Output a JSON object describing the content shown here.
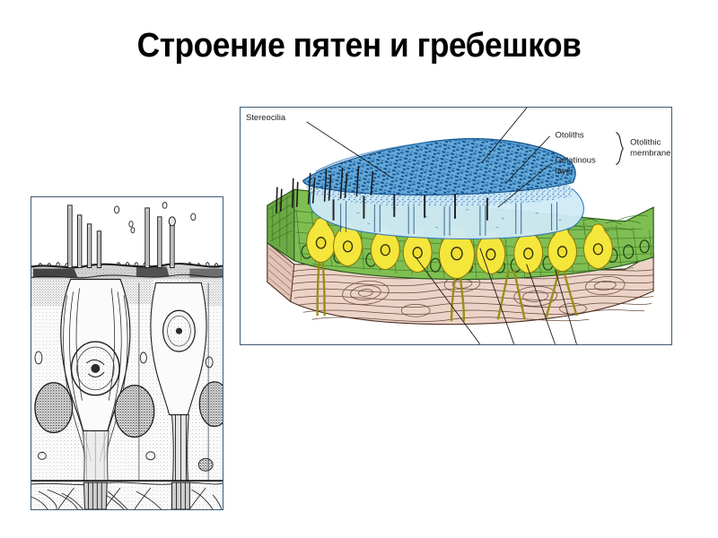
{
  "slide": {
    "title": "Строение пятен и гребешков",
    "background_color": "#ffffff",
    "title_color": "#000000"
  },
  "figures": [
    {
      "id": "micrograph",
      "name": "hair-cell-micrograph",
      "style": "black-and-white line drawing / electron micrograph tracing",
      "description": "Cross-section through sensory epithelium showing hair cells with tall stereocilia bundles, supporting cells with nuclei, and nerve fibers at the base",
      "border_color": "#3d5a73",
      "labels": []
    },
    {
      "id": "macula",
      "name": "otolithic-macula-diagram",
      "style": "colour block diagram, three-quarter cut-away",
      "description": "Macula with otolithic membrane, hair cells and nerve fibres",
      "border_color": "#3d5a73",
      "labels": [
        {
          "text": "Stereocilia",
          "id": "label-stereocilia"
        },
        {
          "text": "Otoliths",
          "id": "label-otoliths"
        },
        {
          "text": "Gelatinous layer",
          "line1": "Gelatinous",
          "line2": "layer",
          "id": "label-gelatinous-layer"
        },
        {
          "text": "Otolithic membrane",
          "line1": "Otolithic",
          "line2": "membrane",
          "id": "label-otolithic-membrane"
        }
      ],
      "layers": [
        {
          "name": "otoliths",
          "color": "#2f74b5"
        },
        {
          "name": "gelatinous-layer",
          "color": "#bfe4f3"
        },
        {
          "name": "epithelium",
          "color": "#79b84c"
        },
        {
          "name": "hair-cells",
          "color": "#f5e63c"
        },
        {
          "name": "nerve-layer",
          "color": "#e9cfc3"
        }
      ]
    }
  ]
}
